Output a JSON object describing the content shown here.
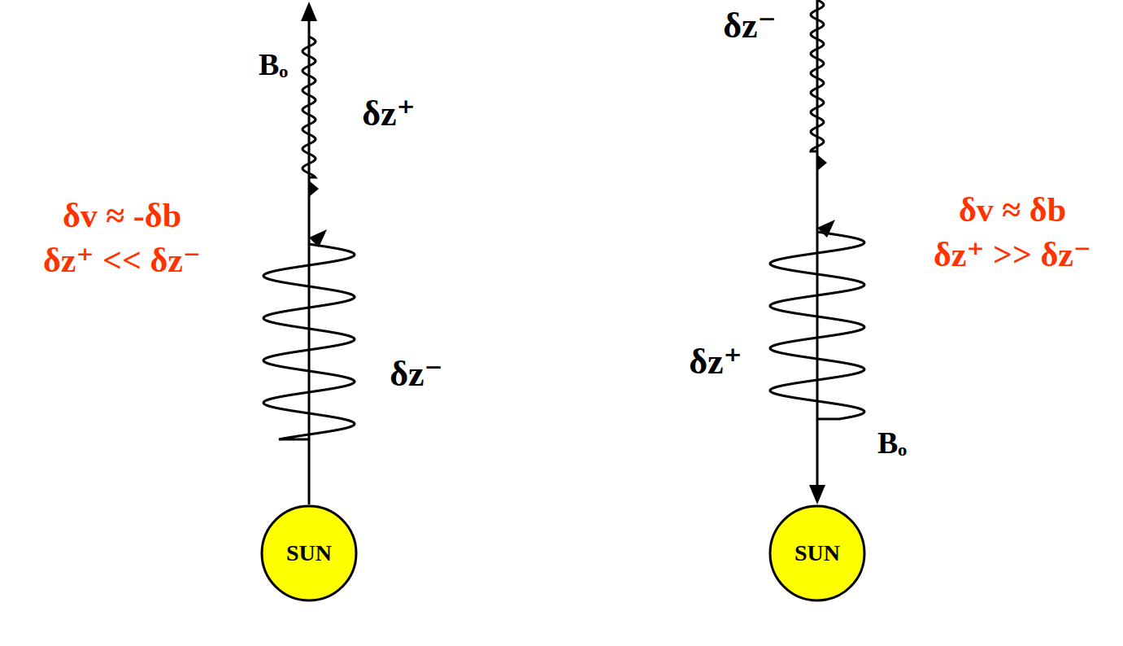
{
  "diagram": {
    "nodes": [
      {
        "text": [
          "SUN"
        ]
      },
      {
        "text": [
          "SUN"
        ]
      }
    ],
    "labels": [
      "Bₒ",
      "δz⁺",
      "δv ≈ -δb",
      "δz⁺ << δz⁻",
      "δz⁻",
      "δz⁻",
      "δv ≈ δb",
      "δz⁺ >> δz⁻",
      "δz⁺",
      "Bₒ"
    ]
  }
}
